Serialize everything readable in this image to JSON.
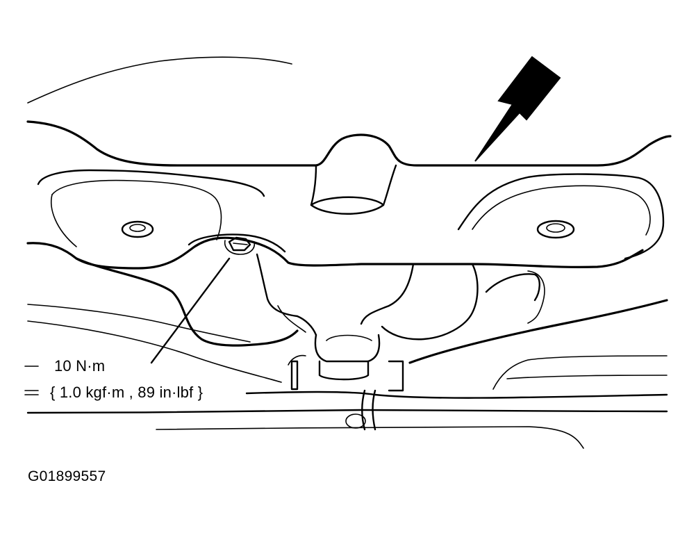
{
  "callout": {
    "torque_value": "10 N·m",
    "torque_alt": "{ 1.0 kgf·m , 89 in·lbf }"
  },
  "figure": {
    "id": "G01899557"
  },
  "colors": {
    "line": "#000000",
    "background": "#ffffff"
  },
  "icons": {
    "direction_arrow": "view-direction-arrow-icon",
    "bolt": "bolt-icon"
  }
}
